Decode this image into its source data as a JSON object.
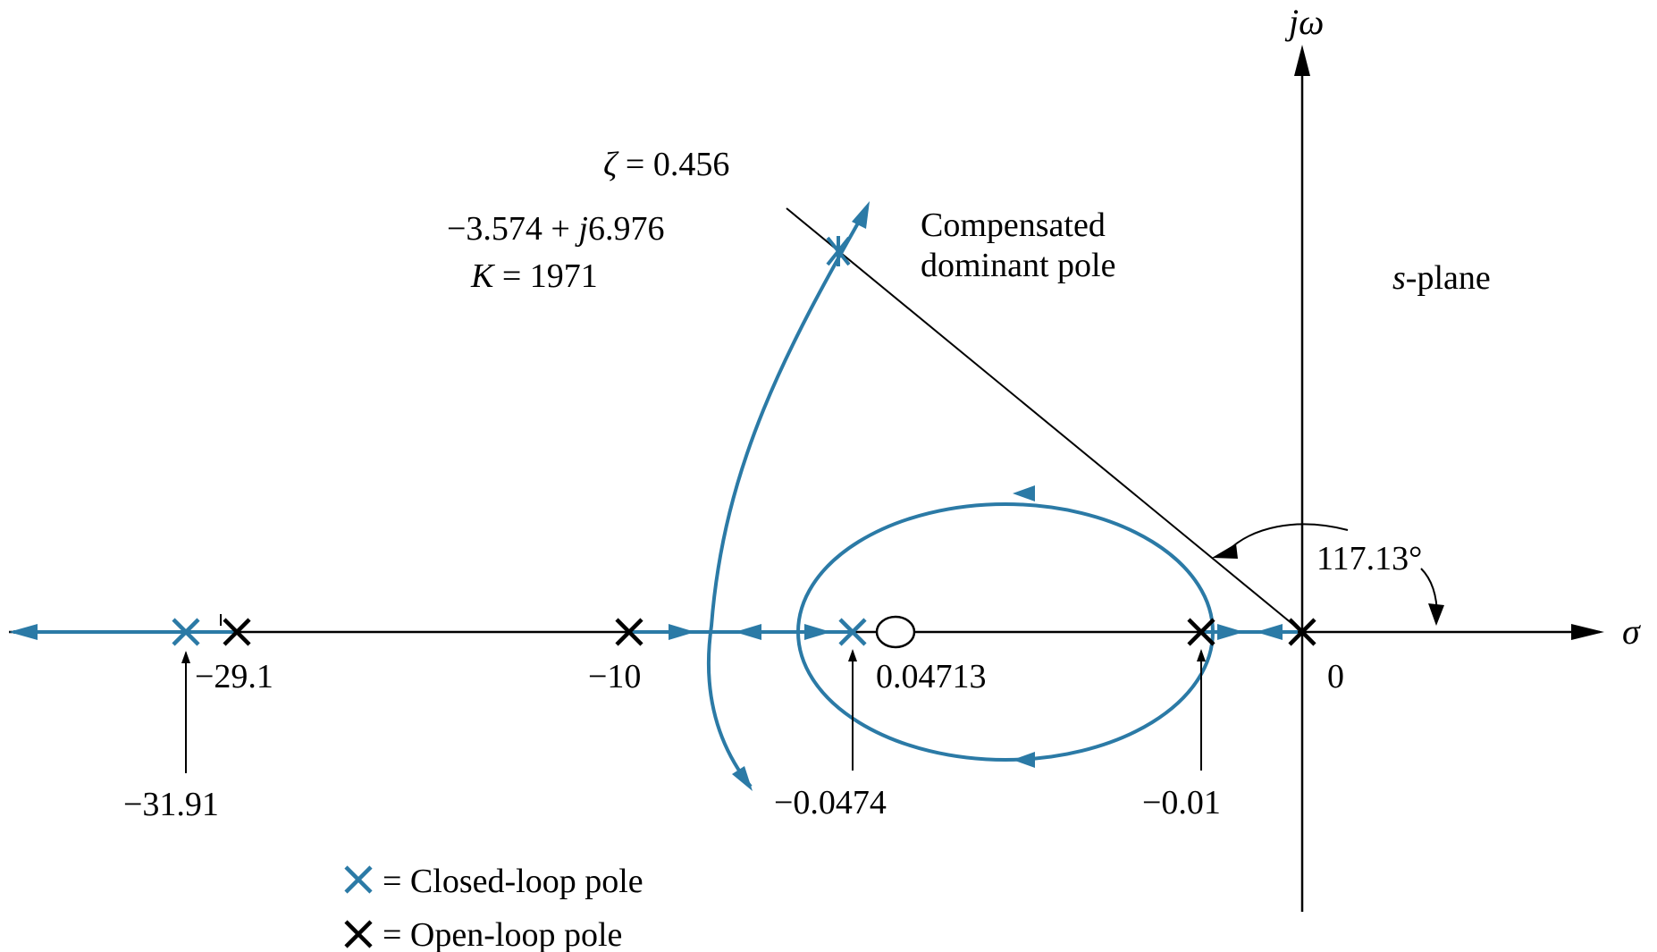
{
  "figure": {
    "axis_labels": {
      "imag": "jω",
      "real": "σ"
    },
    "plane_label": {
      "var": "s",
      "rest": "-plane"
    },
    "damping_line": {
      "zeta_symbol": "ζ",
      "zeta_rest": " = 0.456",
      "angle_label": "117.13°"
    },
    "dominant_pole": {
      "coord_prefix": "−3.574 + ",
      "coord_j": "j",
      "coord_suffix": "6.976",
      "gain_var": "K",
      "gain_rest": " = 1971",
      "note_line1": "Compensated",
      "note_line2": "dominant pole"
    },
    "open_loop_poles": [
      {
        "label": "−29.1"
      },
      {
        "label": "−10"
      },
      {
        "label": "−0.01"
      },
      {
        "label": "0"
      }
    ],
    "closed_loop_poles": [
      {
        "label": "−31.91"
      },
      {
        "label": "−0.0474"
      }
    ],
    "zero": {
      "label": "0.04713"
    },
    "legend": [
      {
        "symbol": "X",
        "text": "= Closed-loop pole",
        "color": "#2b7aa6"
      },
      {
        "symbol": "X",
        "text": "= Open-loop pole",
        "color": "#000000"
      }
    ],
    "colors": {
      "locus": "#2b7aa6",
      "axis": "#000000"
    }
  }
}
